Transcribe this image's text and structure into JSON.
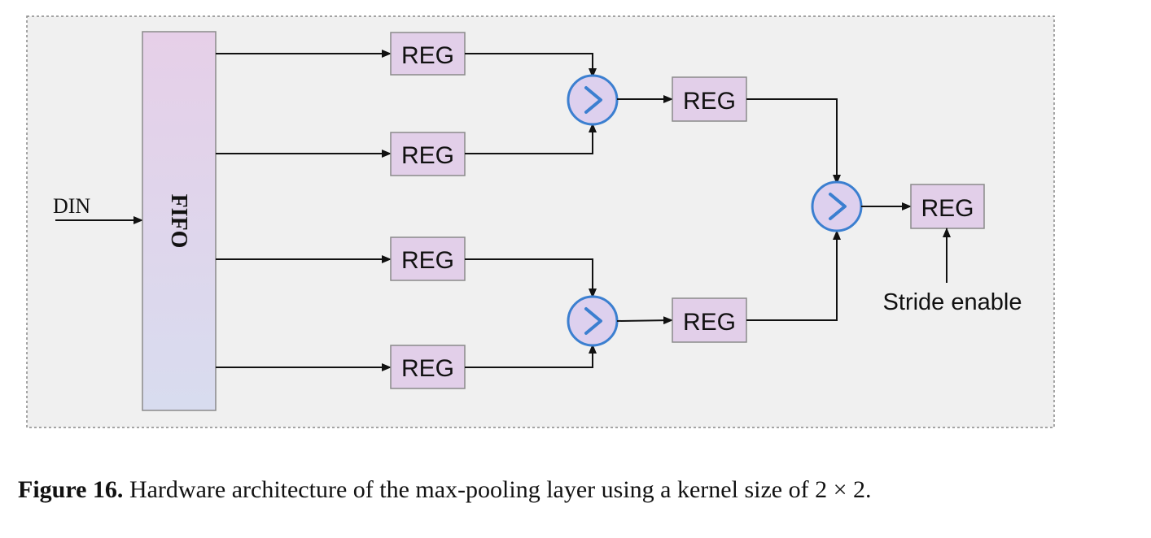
{
  "diagram": {
    "input_label": "DIN",
    "fifo_label": "FIFO",
    "reg_label": "REG",
    "comparator_symbol": ">",
    "stride_label": "Stride enable"
  },
  "caption": {
    "label": "Figure 16.",
    "text": "Hardware architecture of the max-pooling layer using a kernel size of 2 × 2."
  },
  "colors": {
    "panel_bg": "#f0f0f0",
    "box_fill": "#e2cfe9",
    "comparator_stroke": "#3b7fd0",
    "comparator_fill": "#ddd0ee",
    "line": "#111111"
  }
}
